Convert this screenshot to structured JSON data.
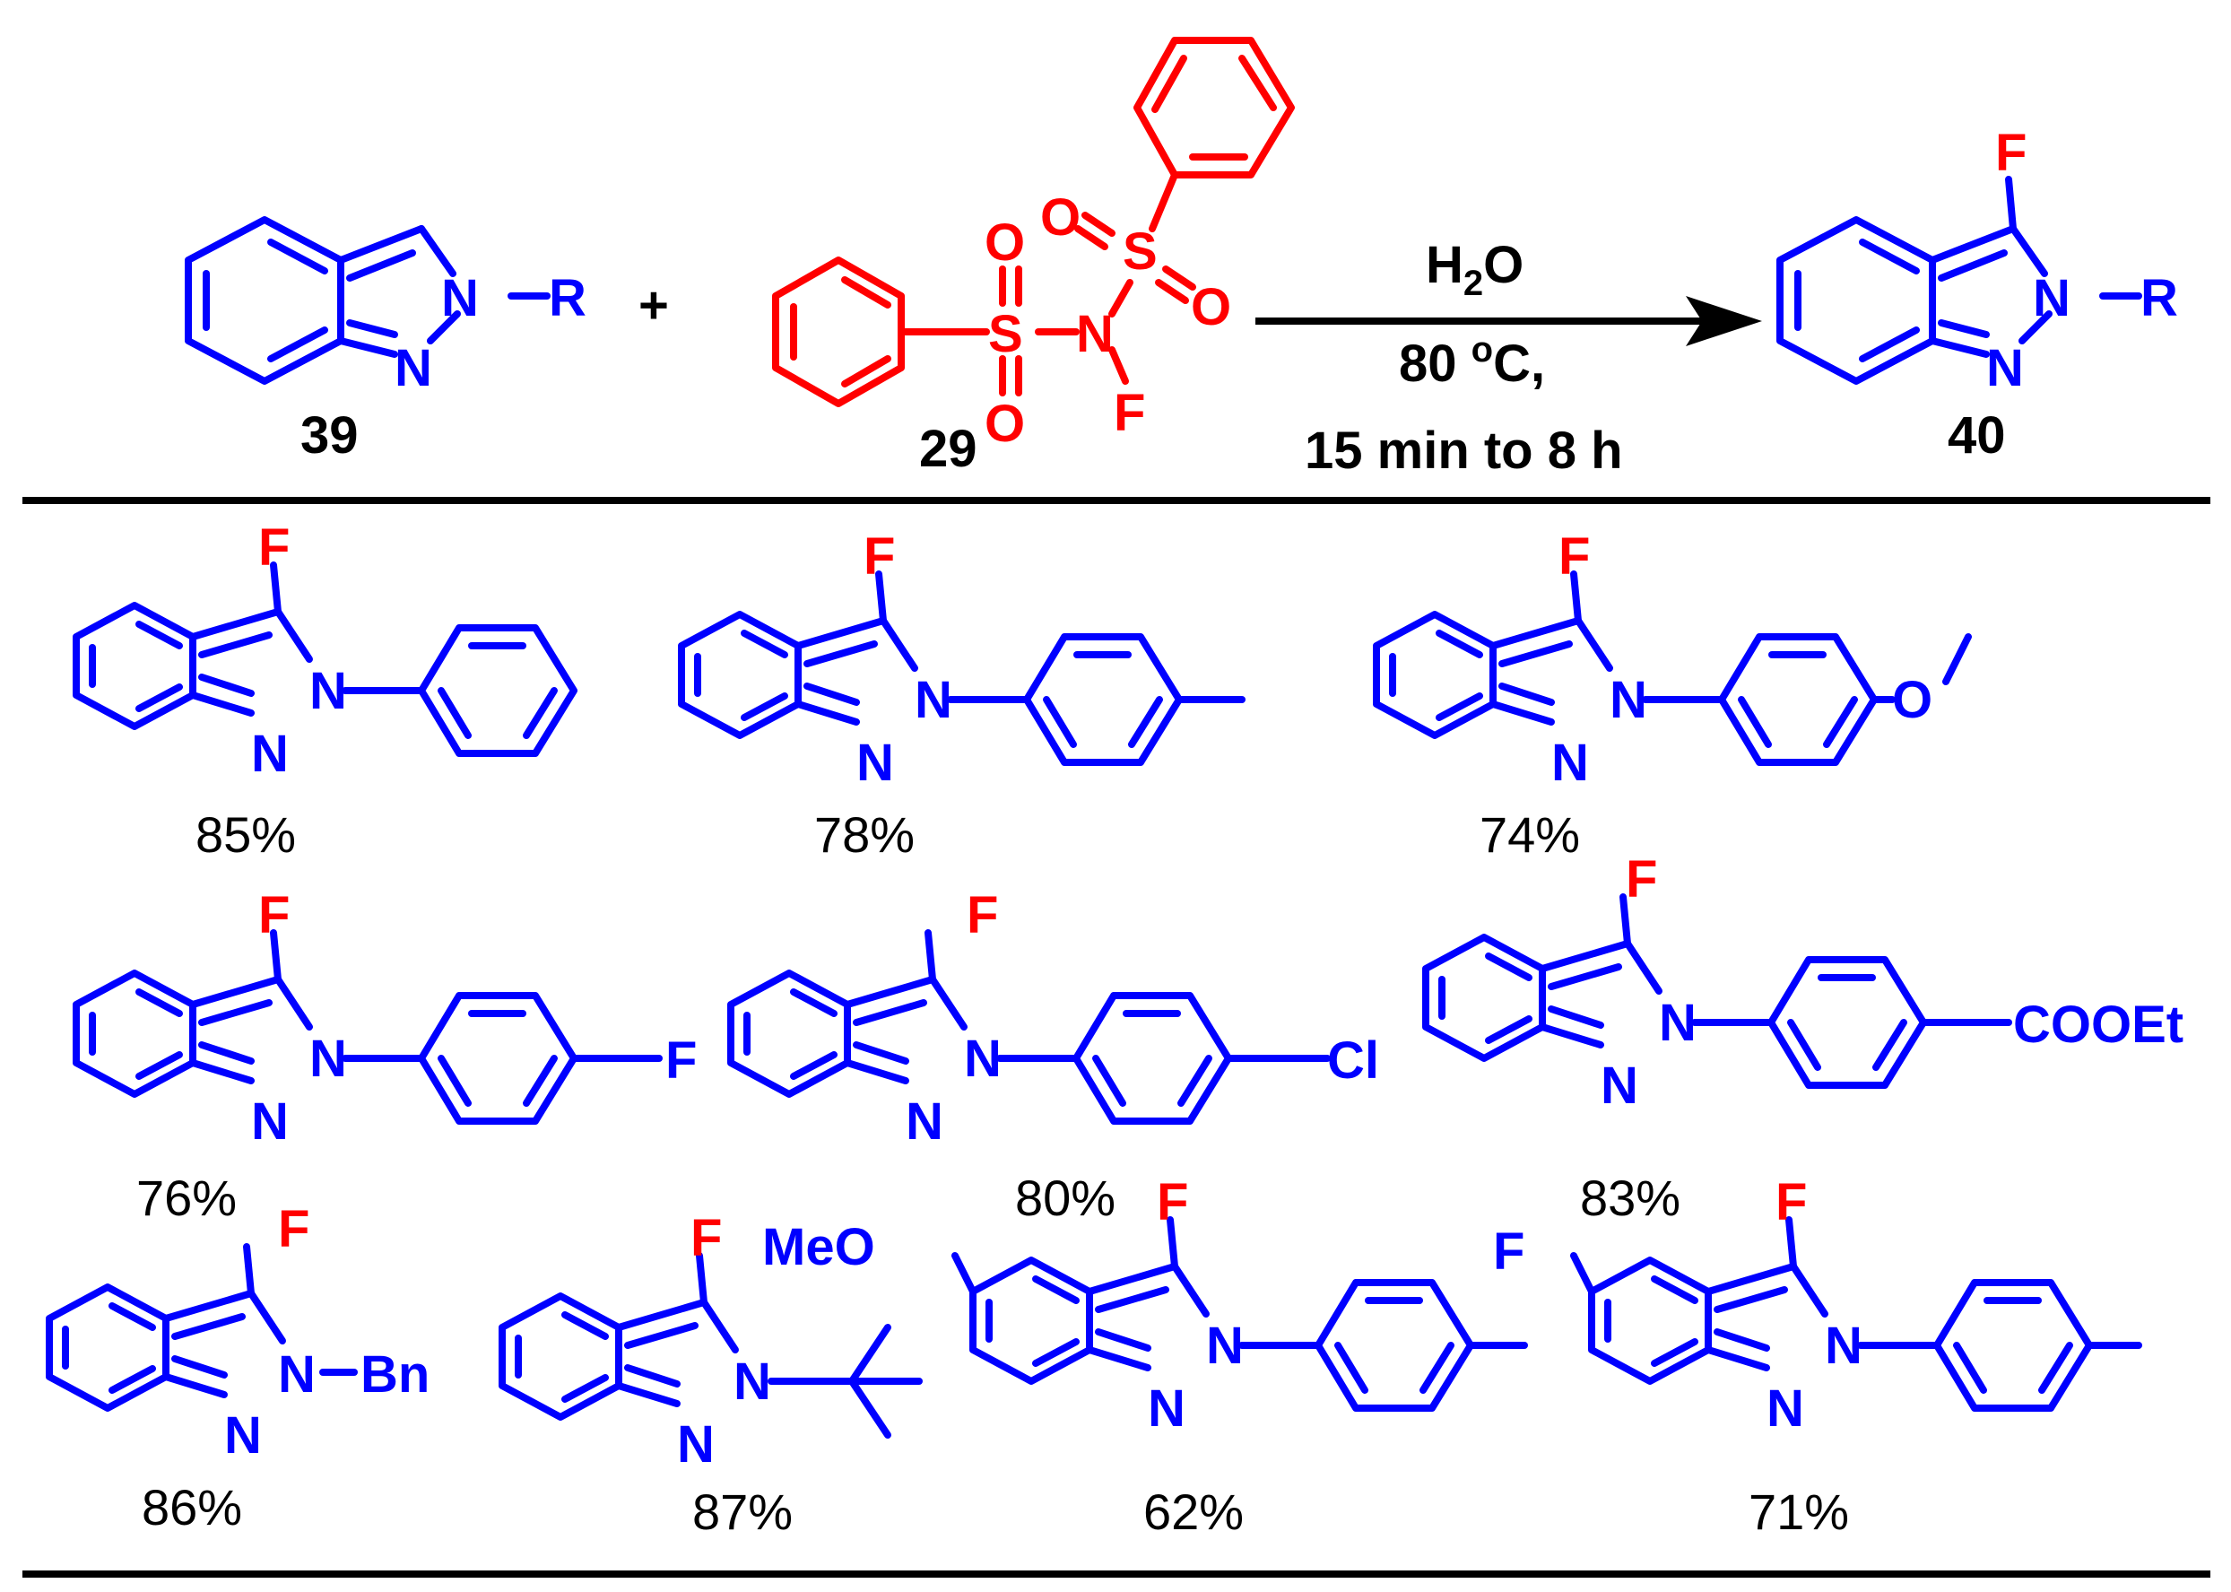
{
  "reaction": {
    "reactant_label": "39",
    "reagent_label": "29",
    "product_label": "40",
    "plus": "+",
    "substituent_r": "R",
    "condition_water_h": "H",
    "condition_water_sub": "2",
    "condition_water_o": "O",
    "condition_temp_num": "80",
    "condition_temp_deg": "o",
    "condition_temp_unit": "C,",
    "condition_time": "15 min to 8 h"
  },
  "atoms": {
    "n": "N",
    "f": "F",
    "s": "S",
    "o": "O",
    "cl": "Cl",
    "cooet": "COOEt",
    "bn": "Bn",
    "meo": "MeO"
  },
  "yields": [
    "85%",
    "78%",
    "74%",
    "76%",
    "80%",
    "83%",
    "86%",
    "87%",
    "62%",
    "71%"
  ],
  "colors": {
    "product_core": "#0000ff",
    "reagent": "#ff0000",
    "text": "#000000"
  }
}
